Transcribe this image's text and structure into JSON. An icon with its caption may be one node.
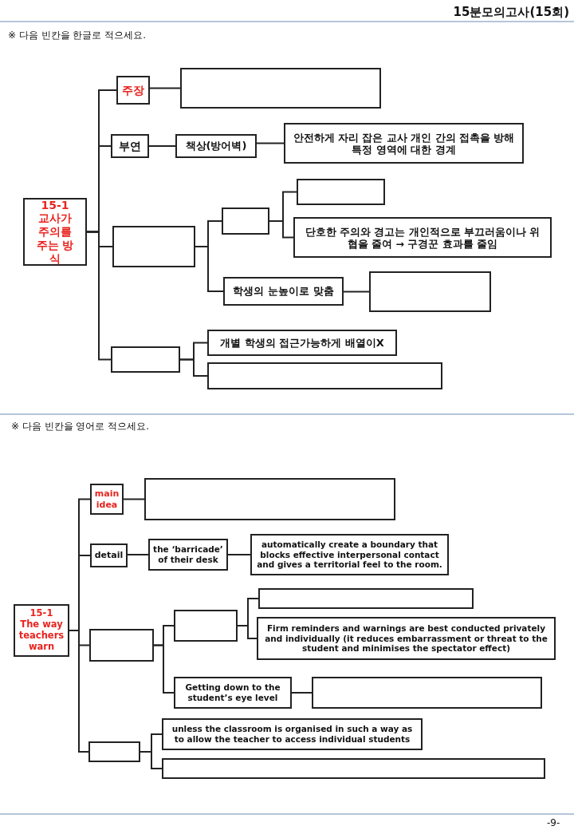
{
  "diagram": {
    "nodes": [
      {
        "text": [
          "15-1 교사가 주의를 주는 방식"
        ]
      },
      {
        "text": [
          "주장"
        ]
      },
      {
        "text": [],
        "shape": "box"
      },
      {
        "text": [
          "부연"
        ]
      },
      {
        "text": [
          "책상(방어벽)"
        ]
      },
      {
        "text": [
          "안전하게 자리 잡은 교사 개인 간의 접촉을 방해 특정 영역에 대한 경계"
        ]
      },
      {
        "text": [],
        "shape": "box"
      },
      {
        "text": [],
        "shape": "box"
      },
      {
        "text": [],
        "shape": "box"
      },
      {
        "text": [
          "단호한 주의와 경고는 개인적으로 부끄러움이나 위협을 줄여 → 구경꾼 효과를 줄임"
        ]
      },
      {
        "text": [
          "학생의 눈높이로 맞춤"
        ]
      },
      {
        "text": [],
        "shape": "box"
      },
      {
        "text": [],
        "shape": "box"
      },
      {
        "text": [
          "개별 학생의 접근가능하게 배열이X"
        ]
      },
      {
        "text": [],
        "shape": "box"
      },
      {
        "text": [
          "15-1 The way teachers warn"
        ]
      },
      {
        "text": [
          "main idea"
        ]
      },
      {
        "text": [],
        "shape": "box"
      },
      {
        "text": [
          "detail"
        ]
      },
      {
        "text": [
          "the ‘barricade’ of their desk"
        ]
      },
      {
        "text": [
          "automatically create a boundary that blocks effective interpersonal contact and gives a territorial feel to the room."
        ]
      },
      {
        "text": [],
        "shape": "box"
      },
      {
        "text": [],
        "shape": "box"
      },
      {
        "text": [],
        "shape": "box"
      },
      {
        "text": [
          "Firm reminders and warnings are best conducted privately and individually (it reduces embarrassment or threat to the student and minimises the spectator effect)"
        ]
      },
      {
        "text": [
          "Getting down to the student’s eye level"
        ]
      },
      {
        "text": [],
        "shape": "box"
      },
      {
        "text": [],
        "shape": "box"
      },
      {
        "text": [
          "unless the classroom is organised in such a way as to allow the teacher to access individual students"
        ]
      },
      {
        "text": [],
        "shape": "box"
      }
    ],
    "edges": [
      {
        "from": 0,
        "to": 1,
        "arrow": "none"
      },
      {
        "from": 0,
        "to": 3,
        "arrow": "none"
      },
      {
        "from": 0,
        "to": 6,
        "arrow": "none"
      },
      {
        "from": 0,
        "to": 12,
        "arrow": "none"
      },
      {
        "from": 1,
        "to": 2,
        "arrow": "none"
      },
      {
        "from": 3,
        "to": 4,
        "arrow": "none"
      },
      {
        "from": 4,
        "to": 5,
        "arrow": "none"
      },
      {
        "from": 6,
        "to": 7,
        "arrow": "none"
      },
      {
        "from": 6,
        "to": 10,
        "arrow": "none"
      },
      {
        "from": 7,
        "to": 8,
        "arrow": "none"
      },
      {
        "from": 7,
        "to": 9,
        "arrow": "none"
      },
      {
        "from": 10,
        "to": 11,
        "arrow": "none"
      },
      {
        "from": 12,
        "to": 13,
        "arrow": "none"
      },
      {
        "from": 12,
        "to": 14,
        "arrow": "none"
      },
      {
        "from": 15,
        "to": 16,
        "arrow": "none"
      },
      {
        "from": 15,
        "to": 18,
        "arrow": "none"
      },
      {
        "from": 15,
        "to": 21,
        "arrow": "none"
      },
      {
        "from": 15,
        "to": 27,
        "arrow": "none"
      },
      {
        "from": 16,
        "to": 17,
        "arrow": "none"
      },
      {
        "from": 18,
        "to": 19,
        "arrow": "none"
      },
      {
        "from": 19,
        "to": 20,
        "arrow": "none"
      },
      {
        "from": 21,
        "to": 22,
        "arrow": "none"
      },
      {
        "from": 21,
        "to": 25,
        "arrow": "none"
      },
      {
        "from": 22,
        "to": 23,
        "arrow": "none"
      },
      {
        "from": 22,
        "to": 24,
        "arrow": "none"
      },
      {
        "from": 25,
        "to": 26,
        "arrow": "none"
      },
      {
        "from": 27,
        "to": 28,
        "arrow": "none"
      },
      {
        "from": 27,
        "to": 29,
        "arrow": "none"
      }
    ],
    "labels": [
      "15분모의고사(15회)",
      "※ 다음 빈칸을 한글로 적으세요.",
      "※ 다음 빈칸을 영어로 적으세요.",
      "-9-"
    ]
  }
}
